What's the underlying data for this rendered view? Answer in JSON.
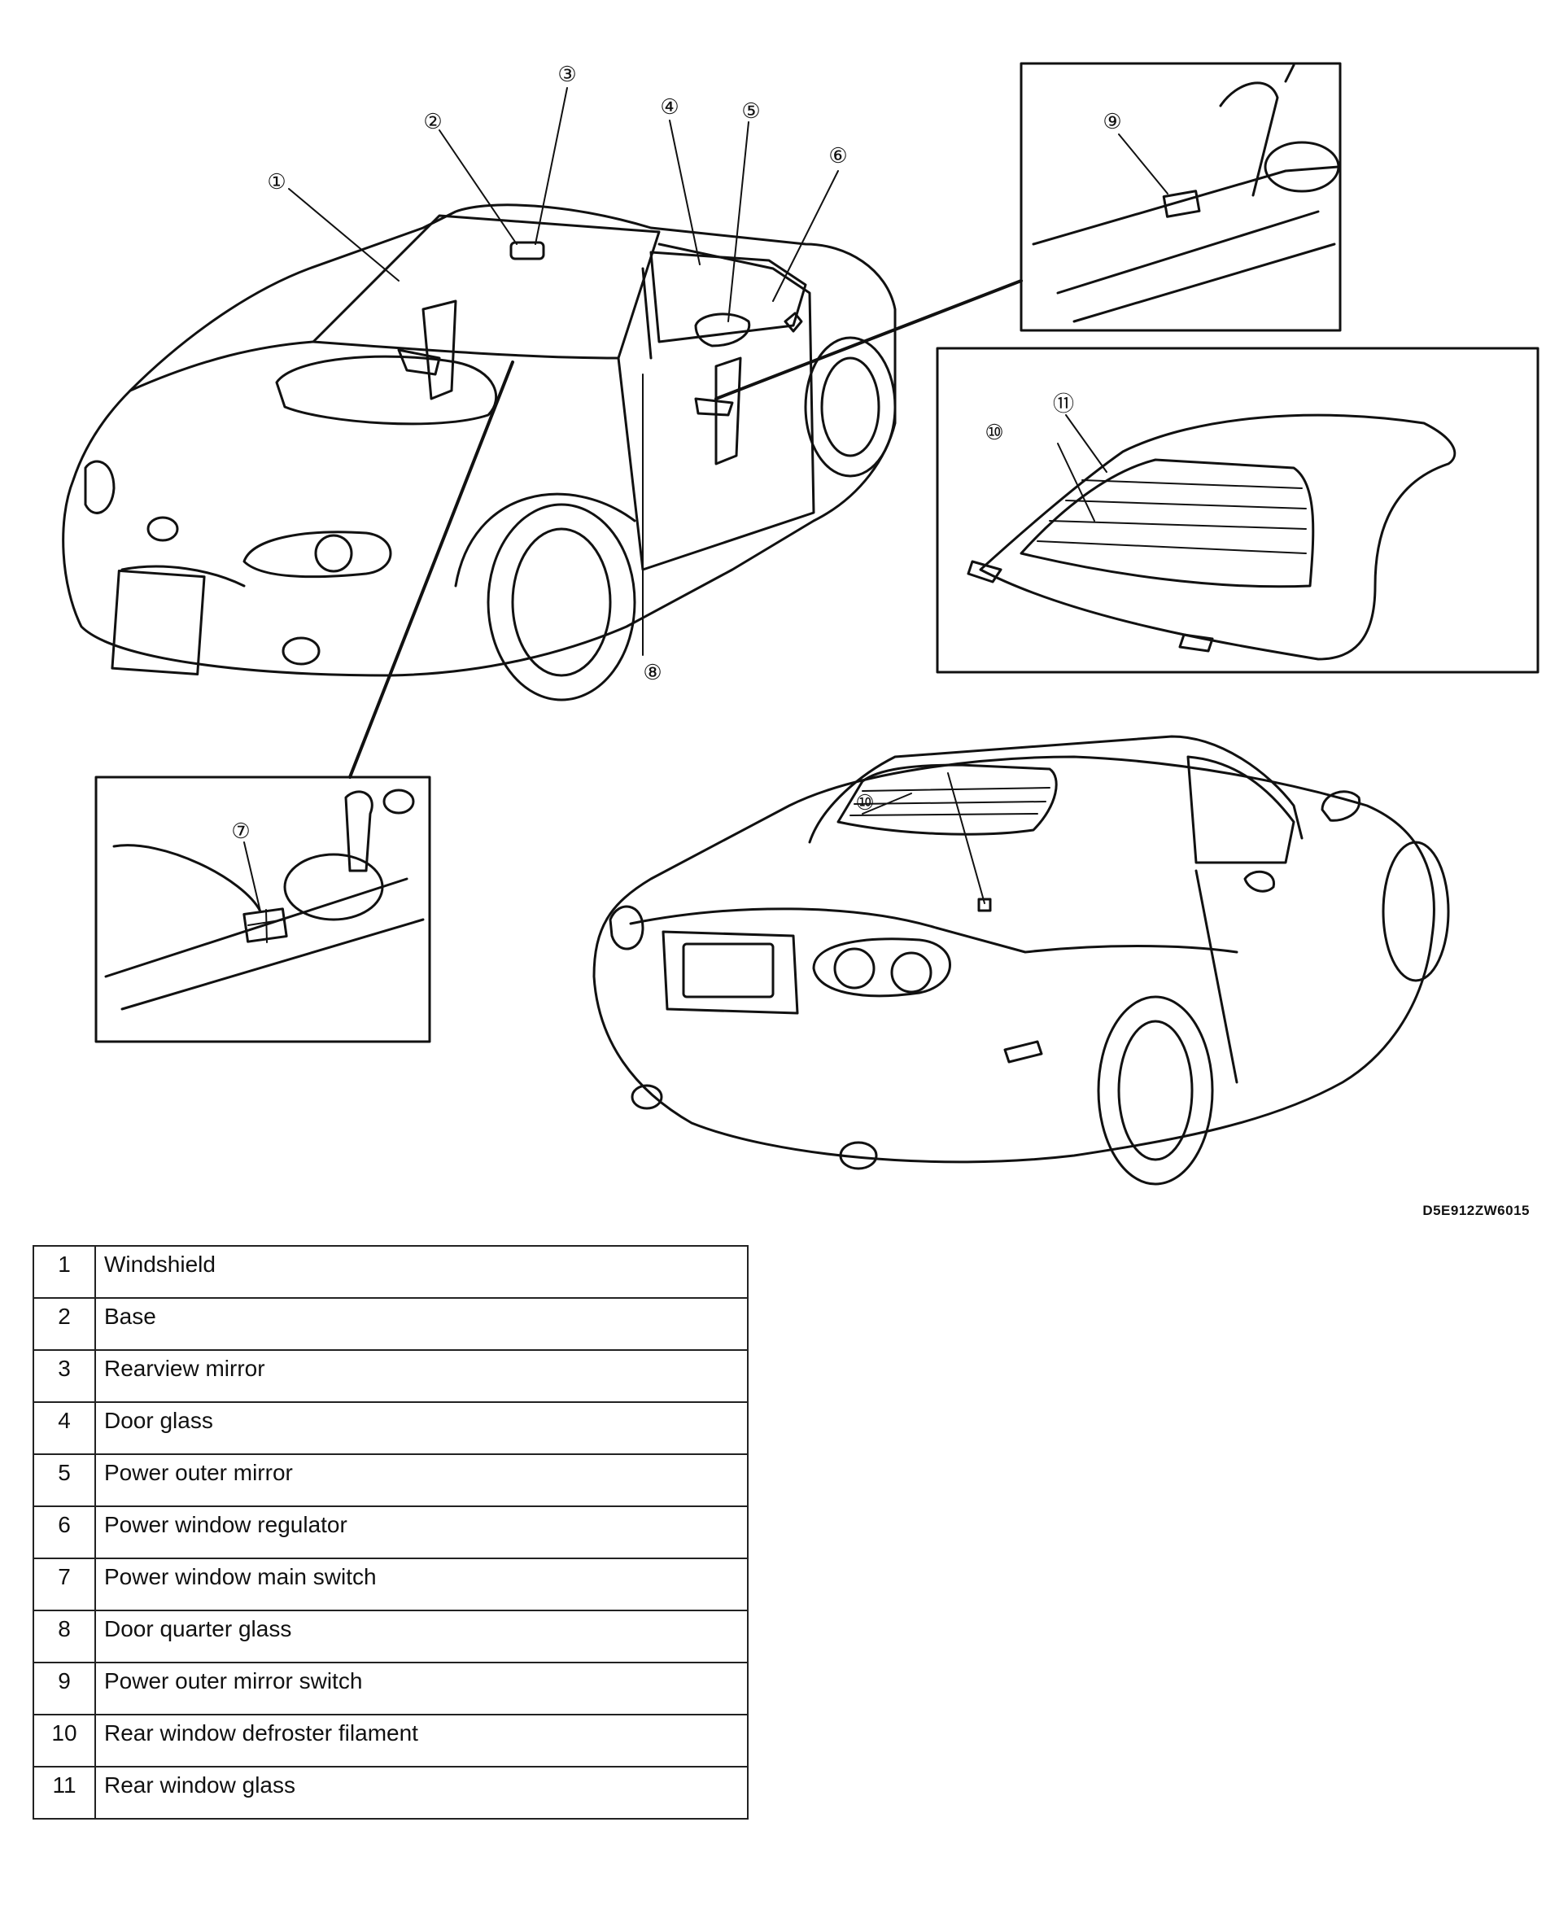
{
  "figure_code": "D5E912ZW6015",
  "callouts": [
    {
      "id": "1",
      "symbol": "①"
    },
    {
      "id": "2",
      "symbol": "②"
    },
    {
      "id": "3",
      "symbol": "③"
    },
    {
      "id": "4",
      "symbol": "④"
    },
    {
      "id": "5",
      "symbol": "⑤"
    },
    {
      "id": "6",
      "symbol": "⑥"
    },
    {
      "id": "7",
      "symbol": "⑦"
    },
    {
      "id": "8",
      "symbol": "⑧"
    },
    {
      "id": "9",
      "symbol": "⑨"
    },
    {
      "id": "10",
      "symbol": "⑩"
    },
    {
      "id": "11",
      "symbol": "⑪"
    },
    {
      "id": "10b",
      "symbol": "⑩"
    }
  ],
  "parts": [
    {
      "num": "1",
      "name": "Windshield"
    },
    {
      "num": "2",
      "name": "Base"
    },
    {
      "num": "3",
      "name": "Rearview mirror"
    },
    {
      "num": "4",
      "name": "Door glass"
    },
    {
      "num": "5",
      "name": "Power outer mirror"
    },
    {
      "num": "6",
      "name": "Power window regulator"
    },
    {
      "num": "7",
      "name": "Power window main switch"
    },
    {
      "num": "8",
      "name": "Door quarter glass"
    },
    {
      "num": "9",
      "name": "Power outer mirror switch"
    },
    {
      "num": "10",
      "name": "Rear window defroster filament"
    },
    {
      "num": "11",
      "name": "Rear window glass"
    }
  ]
}
